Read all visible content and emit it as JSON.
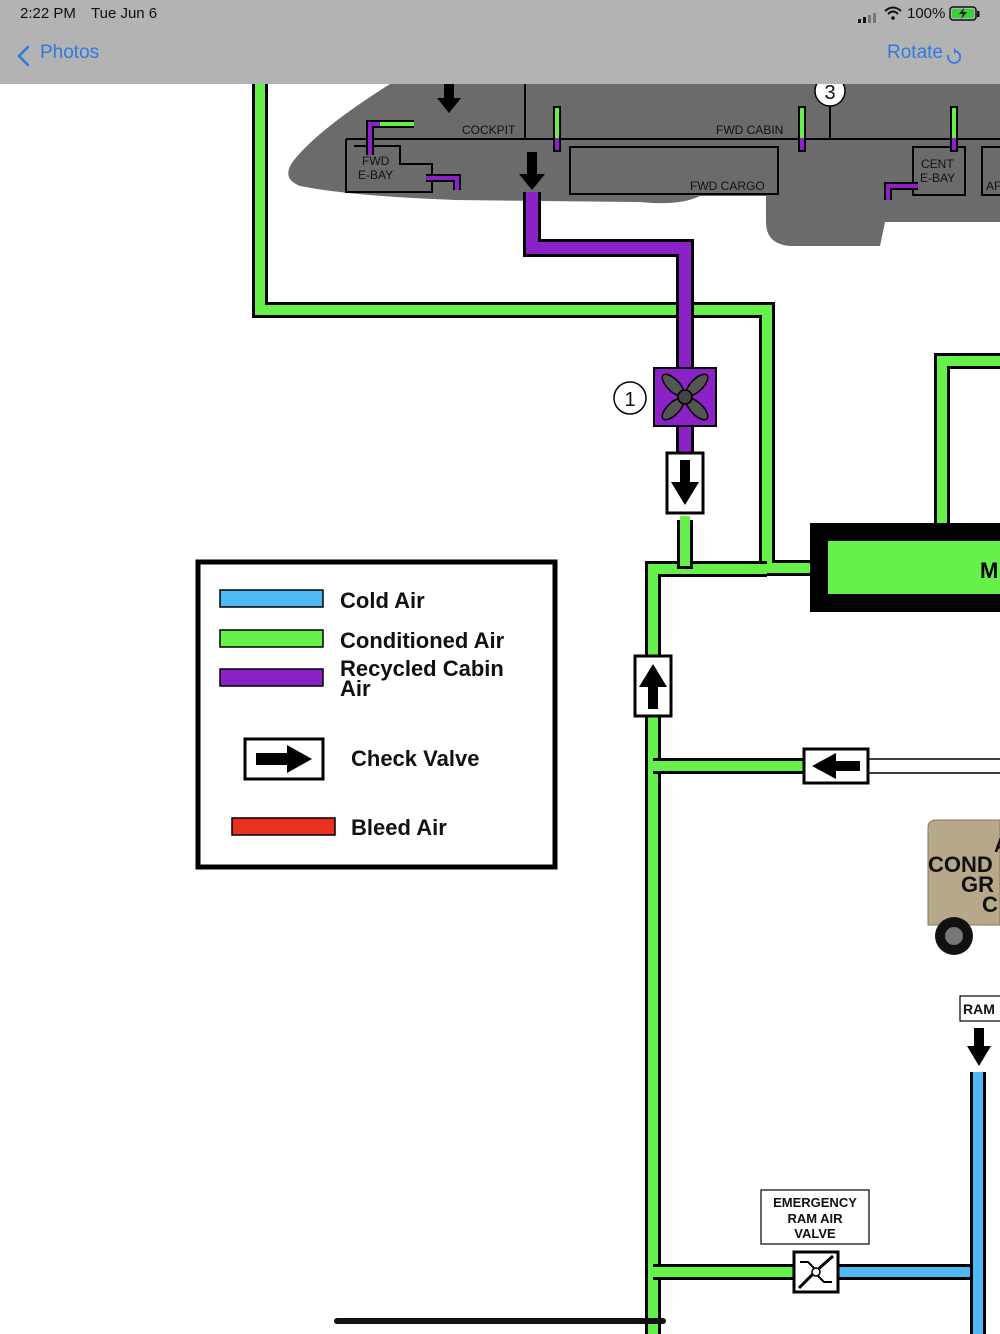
{
  "status_bar": {
    "time": "2:22 PM",
    "date": "Tue Jun 6",
    "battery": "100%"
  },
  "nav": {
    "back_label": "Photos",
    "rotate_label": "Rotate"
  },
  "diagram": {
    "markers": {
      "m1": "1",
      "m3": "3"
    },
    "compartments": {
      "cockpit": "COCKPIT",
      "fwd_cabin": "FWD CABIN",
      "fwd_ebay_1": "FWD",
      "fwd_ebay_2": "E-BAY",
      "fwd_cargo": "FWD CARGO",
      "cent_ebay_1": "CENT",
      "cent_ebay_2": "E-BAY",
      "aft_partial": "AF"
    },
    "mix_partial": "M",
    "ground_cart": {
      "line1": "A",
      "line2": "COND",
      "line3": "GR",
      "line4": "C"
    },
    "ram_label": "RAM",
    "emergency_valve": {
      "line1": "EMERGENCY",
      "line2": "RAM AIR",
      "line3": "VALVE"
    },
    "legend": {
      "items": [
        {
          "label": "Cold Air",
          "color": "#4fb7f2"
        },
        {
          "label": "Conditioned Air",
          "color": "#66f04a"
        },
        {
          "label": "Recycled Cabin",
          "label2": "Air",
          "color": "#8a22c8"
        },
        {
          "label": "Check Valve"
        },
        {
          "label": "Bleed Air",
          "color": "#e8321e"
        }
      ]
    },
    "colors": {
      "conditioned": "#66f04a",
      "recycled": "#8a22c8",
      "cold": "#4fb7f2",
      "fuselage": "#6b6b6b",
      "cart": "#b8a88a"
    }
  }
}
